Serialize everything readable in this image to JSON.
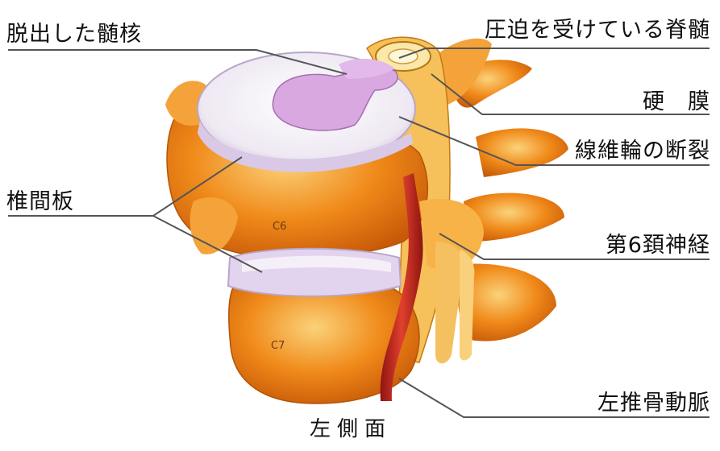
{
  "labels": {
    "herniated_nucleus": "脱出した髄核",
    "compressed_spinal_cord": "圧迫を受けている脊髄",
    "dura_mater": "硬　膜",
    "annulus_rupture": "線維輪の断裂",
    "intervertebral_disc": "椎間板",
    "sixth_cervical_nerve": "第6頚神経",
    "left_vertebral_artery": "左推骨動脈",
    "caption": "左側面"
  },
  "vertebra_labels": {
    "c6": "C6",
    "c7": "C7"
  },
  "colors": {
    "bone": "#f08a1a",
    "bone_light": "#f9c266",
    "disc": "#f2eef4",
    "disc_edge": "#cbb8d8",
    "nucleus": "#d9a8e0",
    "artery": "#c8281e",
    "leader": "#555555"
  }
}
